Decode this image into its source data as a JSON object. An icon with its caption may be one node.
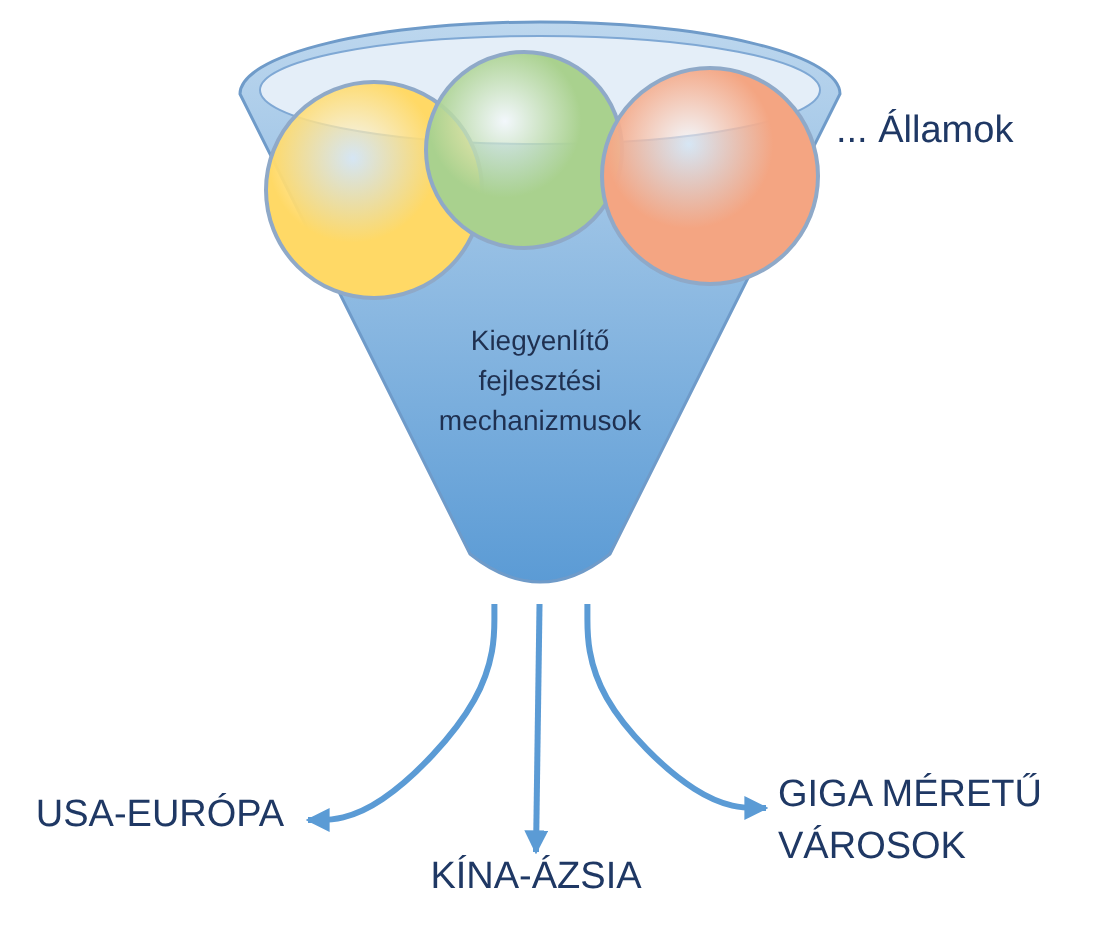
{
  "diagram": {
    "nodes": [
      {
        "text": [
          "Kiegyenlítő fejlesztési mechanizmusok"
        ]
      },
      {
        "text": [],
        "shape": "circle",
        "in": 0
      },
      {
        "text": [],
        "shape": "circle",
        "in": 0
      },
      {
        "text": [],
        "shape": "circle",
        "in": 0
      },
      {
        "text": [
          "USA-EURÓPA"
        ]
      },
      {
        "text": [
          "KÍNA-ÁZSIA"
        ]
      },
      {
        "text": [
          "GIGA MÉRETŰ VÁROSOK"
        ]
      }
    ],
    "edges": [
      {
        "from": 0,
        "to": 4,
        "arrow": "to"
      },
      {
        "from": 0,
        "to": 5,
        "arrow": "to"
      },
      {
        "from": 0,
        "to": 6,
        "arrow": "to"
      }
    ],
    "labels": [
      "... Államok"
    ]
  }
}
